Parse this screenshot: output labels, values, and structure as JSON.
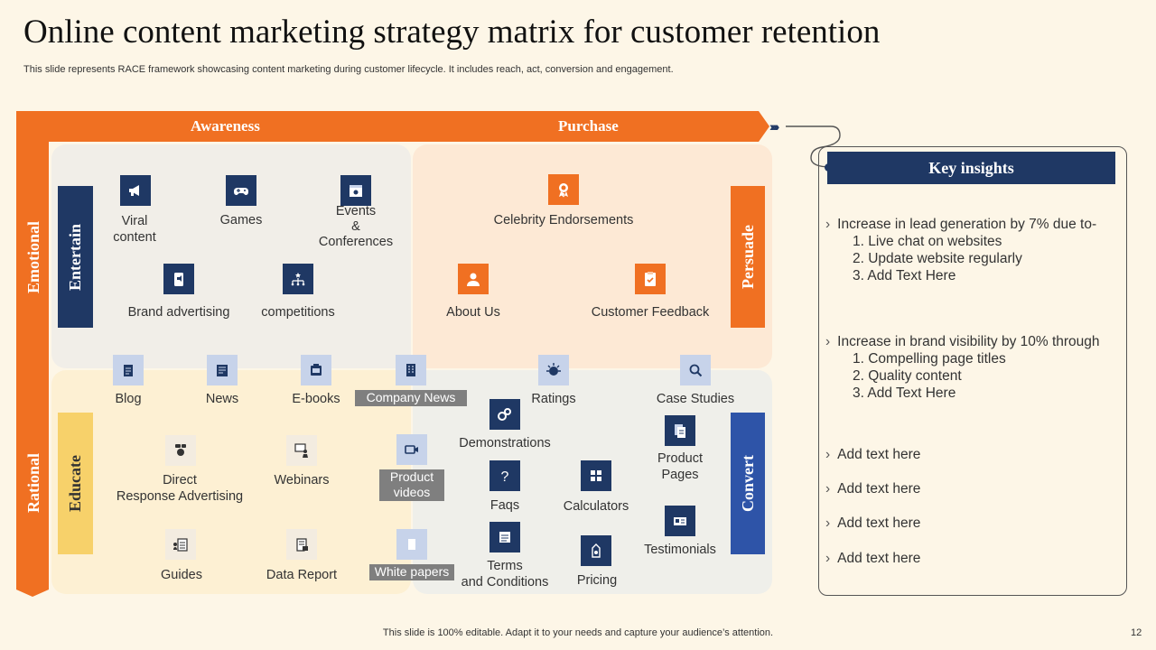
{
  "title": "Online content marketing strategy matrix for customer retention",
  "subtitle": "This slide represents RACE framework showcasing content marketing during customer lifecycle. It includes reach, act, conversion and engagement.",
  "footer": "This slide is 100% editable. Adapt it to your needs and capture your audience’s attention.",
  "page_number": "12",
  "axes": {
    "awareness": "Awareness",
    "purchase": "Purchase",
    "emotional": "Emotional",
    "rational": "Rational"
  },
  "stages": {
    "entertain": "Entertain",
    "persuade": "Persuade",
    "educate": "Educate",
    "convert": "Convert"
  },
  "items": {
    "viral_content": "Viral\ncontent",
    "games": "Games",
    "events": "Events\n&\nConferences",
    "brand_advertising": "Brand advertising",
    "competitions": "competitions",
    "celebrity": "Celebrity Endorsements",
    "about_us": "About Us",
    "customer_feedback": "Customer Feedback",
    "blog": "Blog",
    "news": "News",
    "ebooks": "E-books",
    "company_news": "Company News",
    "ratings": "Ratings",
    "case_studies": "Case Studies",
    "direct_response": "Direct\nResponse Advertising",
    "webinars": "Webinars",
    "product_videos": "Product\nvideos",
    "demonstrations": "Demonstrations",
    "product_pages": "Product\nPages",
    "faqs": "Faqs",
    "calculators": "Calculators",
    "testimonials": "Testimonials",
    "guides": "Guides",
    "data_report": "Data Report",
    "white_papers": "White papers",
    "terms": "Terms\nand Conditions",
    "pricing": "Pricing"
  },
  "insights": {
    "heading": "Key insights",
    "point1": "Increase  in lead generation by 7% due to-",
    "point1_subs": [
      "1.  Live chat on websites",
      "2.  Update website regularly",
      "3.  Add Text Here"
    ],
    "point2": "Increase  in brand visibility by 10% through",
    "point2_subs": [
      "1.  Compelling page titles",
      "2.  Quality content",
      "3.  Add Text Here"
    ],
    "extra": [
      "Add text here",
      "Add text here",
      "Add text here",
      "Add text here"
    ]
  },
  "colors": {
    "orange": "#f07022",
    "navy": "#1f3864",
    "blue": "#2e54a8",
    "yellow": "#f7d16a"
  },
  "icons": {
    "viral_content": "megaphone-icon",
    "games": "gamepad-icon",
    "events": "calendar-icon",
    "brand_advertising": "mobile-ad-icon",
    "competitions": "hierarchy-icon",
    "celebrity": "award-icon",
    "about_us": "person-icon",
    "customer_feedback": "clipboard-icon",
    "blog": "document-icon",
    "news": "newspaper-icon",
    "ebooks": "tablet-icon",
    "company_news": "building-icon",
    "ratings": "star-dial-icon",
    "case_studies": "magnifier-icon",
    "direct_response": "chat-person-icon",
    "webinars": "presenter-icon",
    "product_videos": "video-icon",
    "demonstrations": "gears-icon",
    "product_pages": "pages-icon",
    "faqs": "question-icon",
    "calculators": "calculator-icon",
    "testimonials": "id-card-icon",
    "guides": "checklist-icon",
    "data_report": "scroll-icon",
    "white_papers": "paper-icon",
    "terms": "list-icon",
    "pricing": "price-tag-icon"
  }
}
